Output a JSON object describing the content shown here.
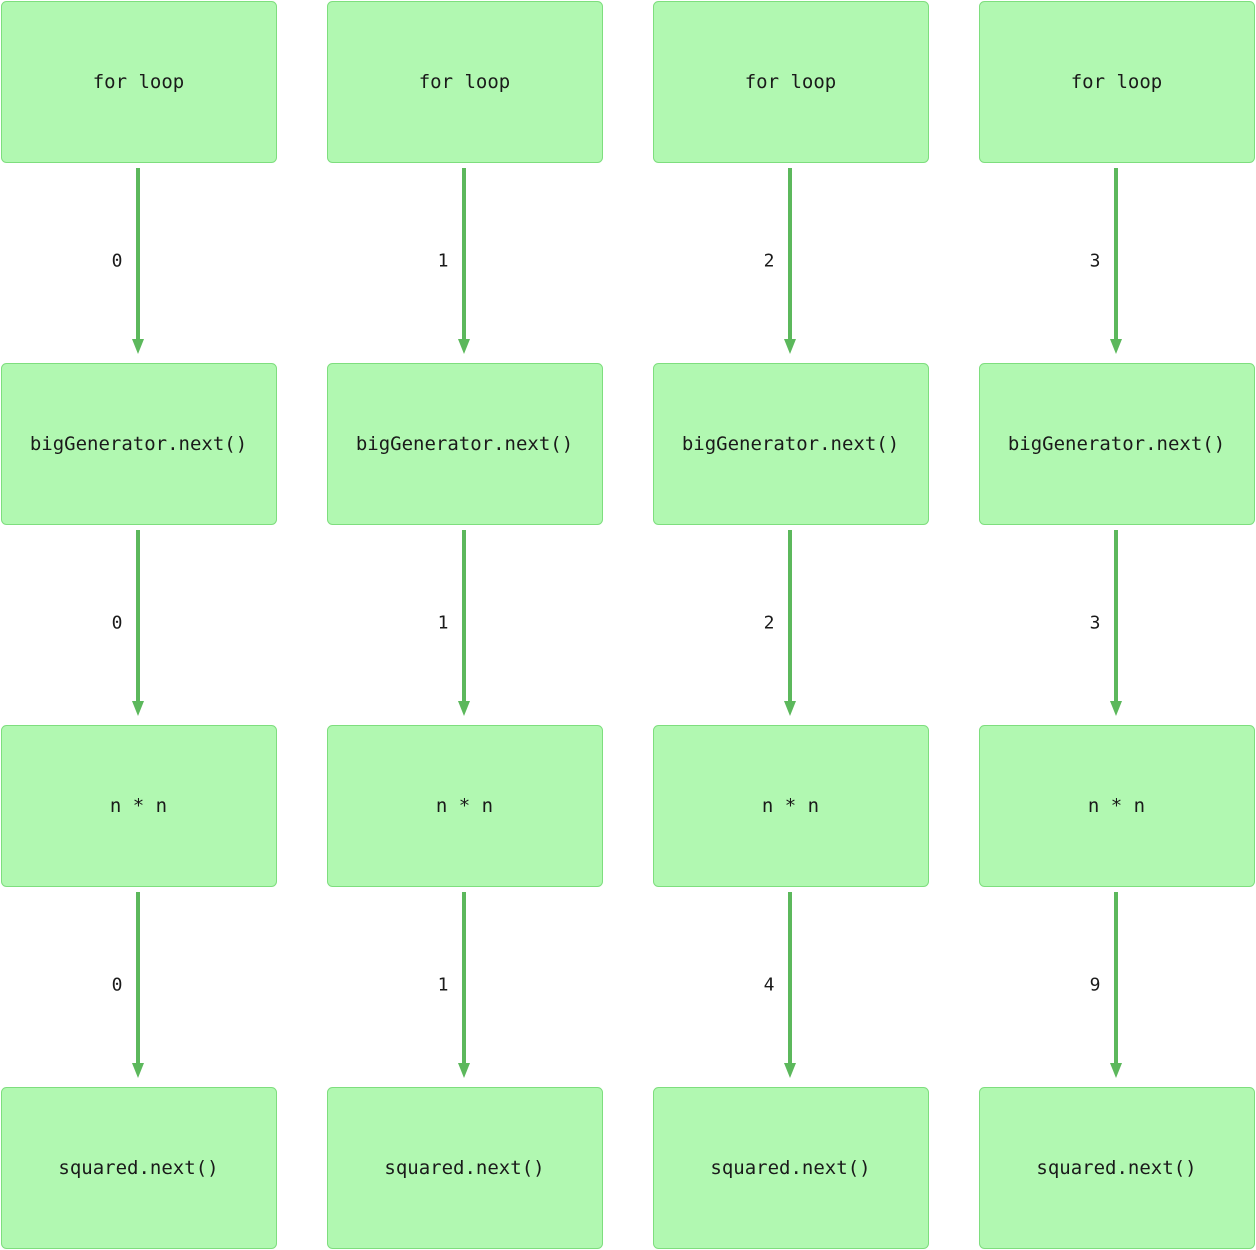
{
  "colors": {
    "node_fill": "#b1f8b1",
    "node_border": "#7ede7e",
    "arrow": "#5cb85c",
    "text": "#1a1a1a"
  },
  "columns": [
    {
      "nodes": [
        "for loop",
        "bigGenerator.next()",
        "n * n",
        "squared.next()"
      ],
      "edges": [
        "0",
        "0",
        "0"
      ]
    },
    {
      "nodes": [
        "for loop",
        "bigGenerator.next()",
        "n * n",
        "squared.next()"
      ],
      "edges": [
        "1",
        "1",
        "1"
      ]
    },
    {
      "nodes": [
        "for loop",
        "bigGenerator.next()",
        "n * n",
        "squared.next()"
      ],
      "edges": [
        "2",
        "2",
        "4"
      ]
    },
    {
      "nodes": [
        "for loop",
        "bigGenerator.next()",
        "n * n",
        "squared.next()"
      ],
      "edges": [
        "3",
        "3",
        "9"
      ]
    }
  ]
}
